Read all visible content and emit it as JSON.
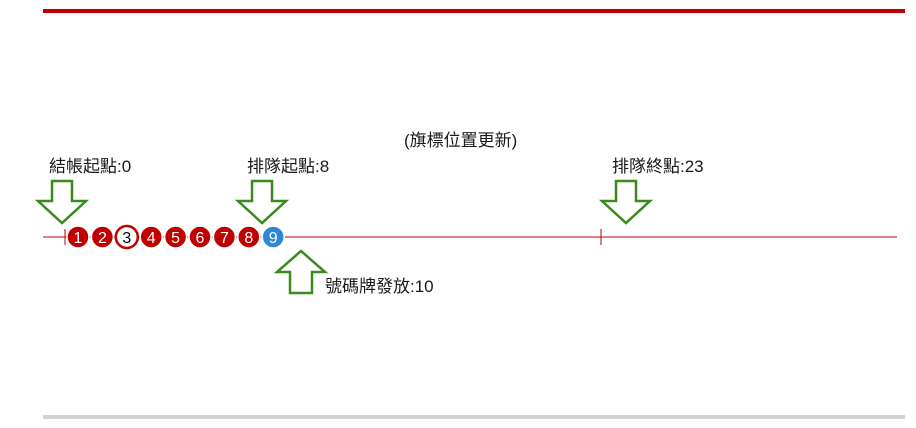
{
  "title": "(旗標位置更新)",
  "labels": {
    "checkout_start": "結帳起點:0",
    "queue_start": "排隊起點:8",
    "queue_end": "排隊終點:23",
    "ticket_issue": "號碼牌發放:10"
  },
  "circles": [
    {
      "label": "1",
      "style": "red"
    },
    {
      "label": "2",
      "style": "red"
    },
    {
      "label": "3",
      "style": "outline"
    },
    {
      "label": "4",
      "style": "red"
    },
    {
      "label": "5",
      "style": "red"
    },
    {
      "label": "6",
      "style": "red"
    },
    {
      "label": "7",
      "style": "red"
    },
    {
      "label": "8",
      "style": "red"
    },
    {
      "label": "9",
      "style": "blue"
    }
  ],
  "colors": {
    "red": "#c00000",
    "blue": "#2e86d8",
    "arrow": "#3a8a1e",
    "line": "#b80000",
    "text": "#1a1a1a"
  }
}
